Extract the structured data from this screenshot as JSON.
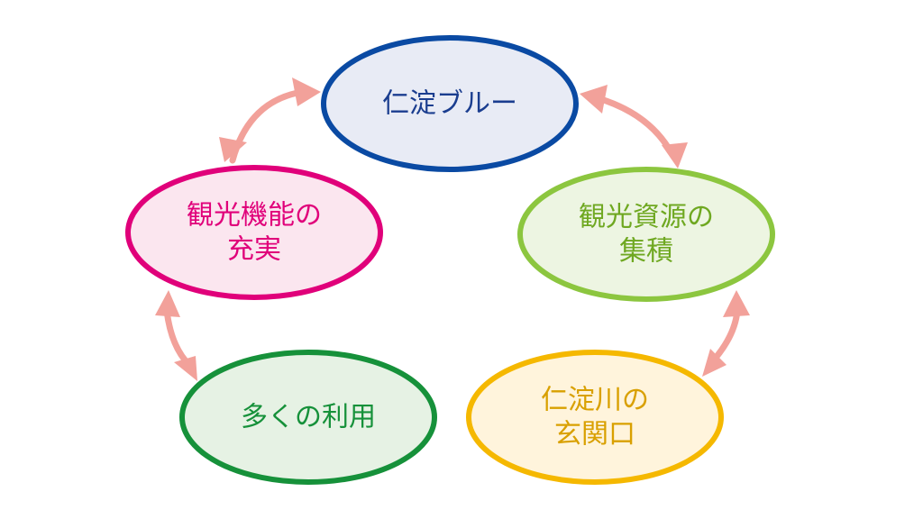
{
  "nodes": [
    {
      "id": "niyodo-blue",
      "lines": [
        "仁淀ブルー"
      ],
      "fill": "#e8ebf5",
      "stroke": "#0a4aa3",
      "text_color": "#1a3d8f"
    },
    {
      "id": "tourism-resources",
      "lines": [
        "観光資源の",
        "集積"
      ],
      "fill": "#edf5e2",
      "stroke": "#8cc63f",
      "text_color": "#6fa821"
    },
    {
      "id": "niyodo-gateway",
      "lines": [
        "仁淀川の",
        "玄関口"
      ],
      "fill": "#fff4dc",
      "stroke": "#f5b800",
      "text_color": "#d9a000"
    },
    {
      "id": "many-users",
      "lines": [
        "多くの利用"
      ],
      "fill": "#e6f2e4",
      "stroke": "#16913a",
      "text_color": "#16913a"
    },
    {
      "id": "tourism-functions",
      "lines": [
        "観光機能の",
        "充実"
      ],
      "fill": "#fbe6ef",
      "stroke": "#e0007a",
      "text_color": "#e0007a"
    }
  ],
  "arrow_color": "#f2a19a"
}
